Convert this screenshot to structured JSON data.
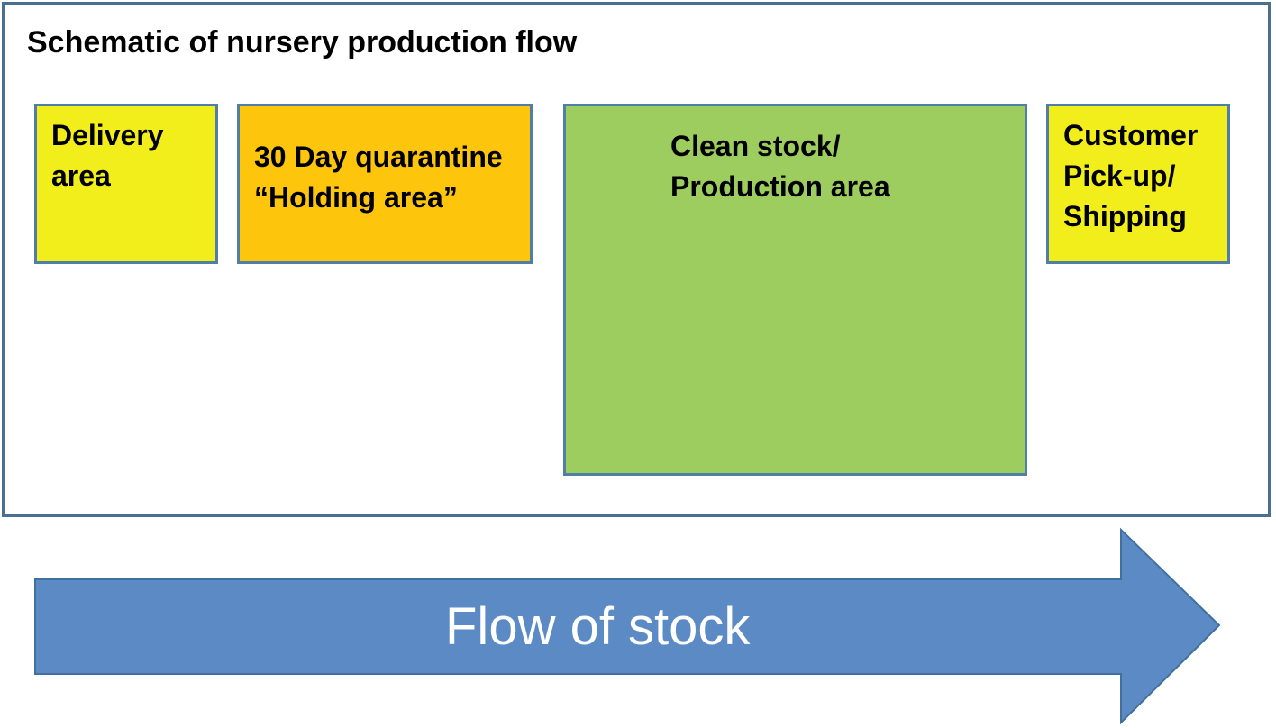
{
  "title": "Schematic of nursery production flow",
  "areas": [
    {
      "label": "Delivery\narea",
      "color": "#f2ee1b"
    },
    {
      "label": "30 Day quarantine\n“Holding area”",
      "color": "#fec50d"
    },
    {
      "label": "Clean stock/\nProduction area",
      "color": "#9dcd5e"
    },
    {
      "label": "Customer\nPick-up/\nShipping",
      "color": "#f2ee1b"
    }
  ],
  "flow": {
    "label": "Flow of stock",
    "color": "#5b8ac5"
  }
}
